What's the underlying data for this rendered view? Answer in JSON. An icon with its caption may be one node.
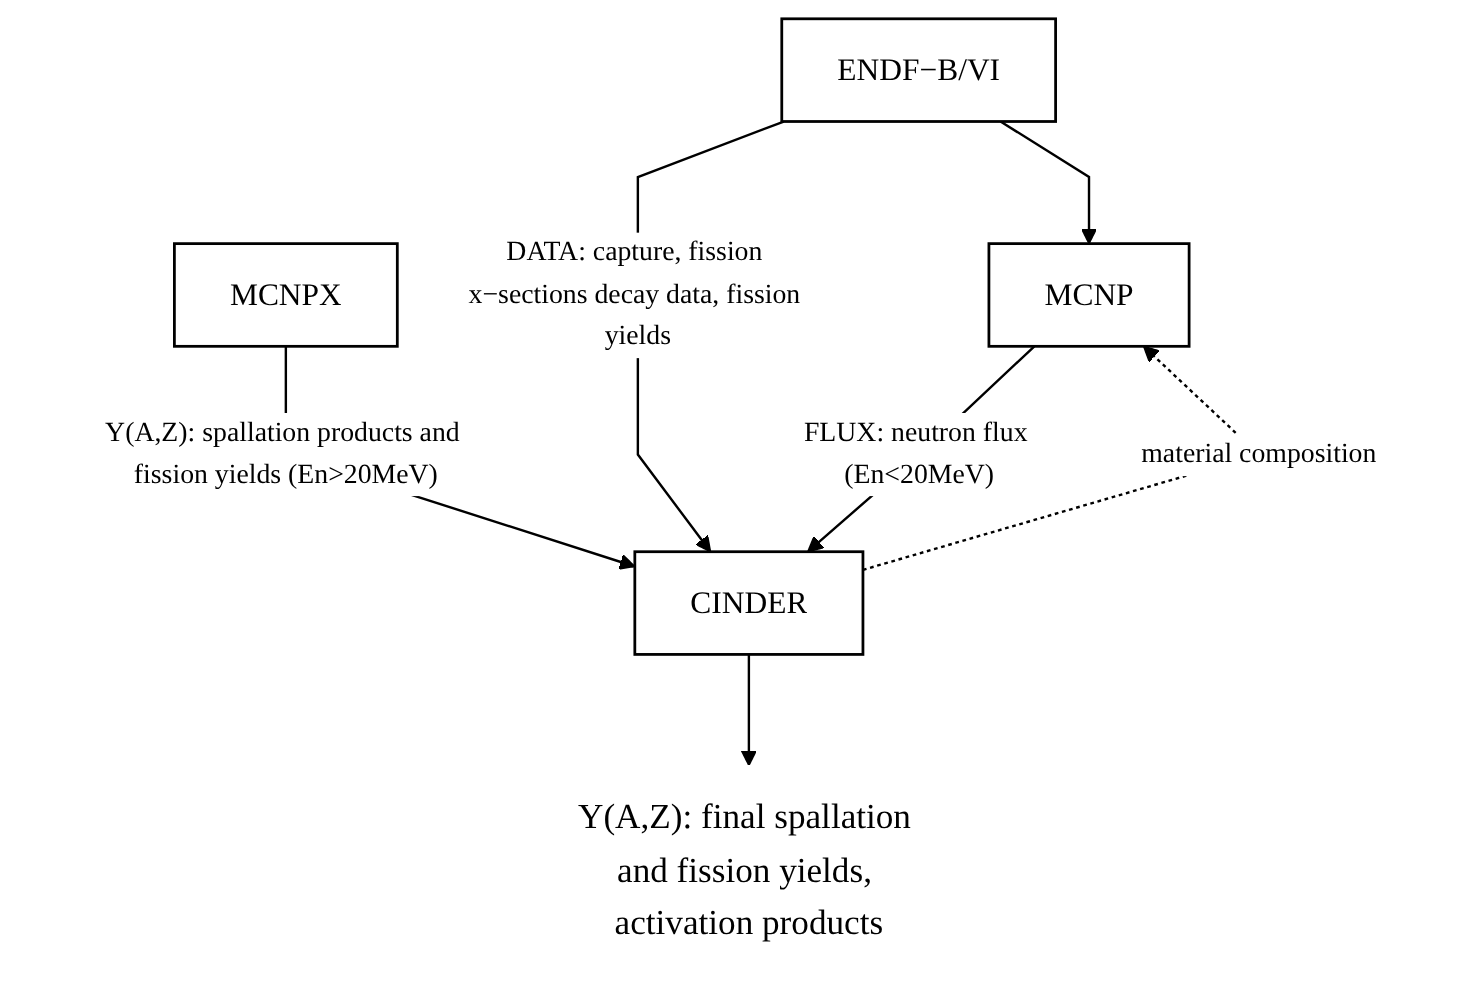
{
  "diagram": {
    "nodes": [
      {
        "text": [
          "MCNPX"
        ]
      },
      {
        "text": [
          "ENDF−B/VI"
        ]
      },
      {
        "text": [
          "MCNP"
        ]
      },
      {
        "text": [
          "CINDER"
        ]
      },
      {
        "text": [
          "Y(A,Z): final spallation and fission yields, activation products"
        ]
      }
    ],
    "edges": [
      {
        "from": 0,
        "to": 3,
        "arrow": "to",
        "label": "Y(A,Z): spallation products and fission yields (En>20MeV)"
      },
      {
        "from": 1,
        "to": 3,
        "arrow": "to",
        "label": "DATA: capture, fission x−sections decay data, fission yields"
      },
      {
        "from": 1,
        "to": 2,
        "arrow": "to"
      },
      {
        "from": 2,
        "to": 3,
        "arrow": "to",
        "label": "FLUX: neutron flux (En<20MeV)"
      },
      {
        "from": 3,
        "to": 2,
        "arrow": "to",
        "label": "material composition",
        "style": "dashed"
      },
      {
        "from": 3,
        "to": 4,
        "arrow": "to"
      }
    ]
  }
}
